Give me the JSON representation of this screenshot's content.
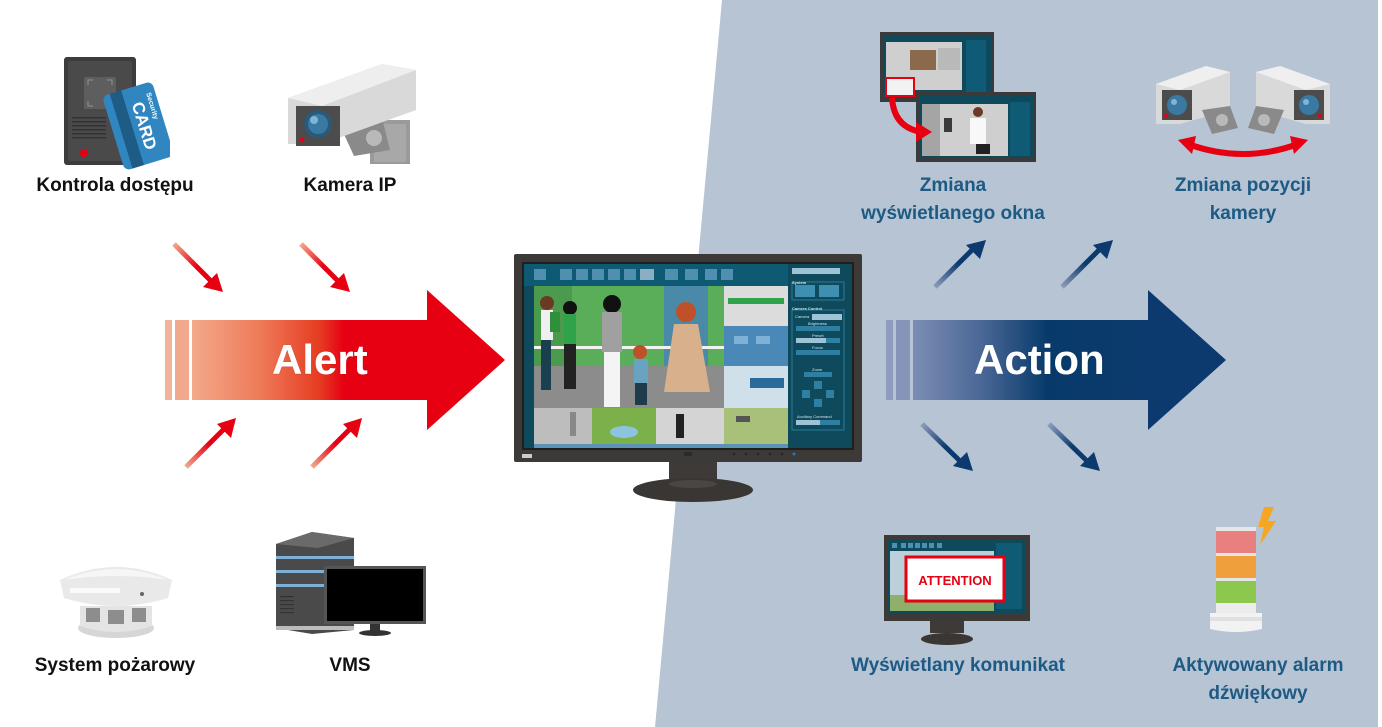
{
  "colors": {
    "background_left": "#ffffff",
    "background_right": "#b7c4d4",
    "alert_red": "#e60012",
    "alert_light": "#f3a98a",
    "action_navy": "#0d3a6e",
    "action_light": "#8d9cbc",
    "label_dark": "#111111",
    "label_blue": "#1d5a84"
  },
  "inputs": {
    "title": "Alert",
    "items": [
      {
        "label": "Kontrola dostępu",
        "icon": "access-card-reader-icon",
        "card_text": "CARD",
        "card_subtext": "Security"
      },
      {
        "label": "Kamera IP",
        "icon": "ip-camera-icon"
      },
      {
        "label": "System pożarowy",
        "icon": "smoke-detector-icon"
      },
      {
        "label": "VMS",
        "icon": "server-monitor-icon"
      }
    ]
  },
  "outputs": {
    "title": "Action",
    "items": [
      {
        "label_line1": "Zmiana",
        "label_line2": "wyświetlanego okna",
        "icon": "window-switch-icon"
      },
      {
        "label_line1": "Zmiana pozycji",
        "label_line2": "kamery",
        "icon": "camera-rotate-icon"
      },
      {
        "label_line1": "Wyświetlany komunikat",
        "label_line2": "",
        "icon": "attention-monitor-icon",
        "message": "ATTENTION"
      },
      {
        "label_line1": "Aktywowany alarm",
        "label_line2": "dźwiękowy",
        "icon": "signal-tower-icon"
      }
    ]
  },
  "monitor": {
    "panel": {
      "system_label": "System",
      "camera_control_label": "Camera Control",
      "camera_label": "Camera",
      "brightness_label": "Brightness",
      "preset_label": "Preset",
      "focus_label": "Focus",
      "zoom_label": "Zoom",
      "auxiliary_label": "Auxiliary Command"
    }
  }
}
